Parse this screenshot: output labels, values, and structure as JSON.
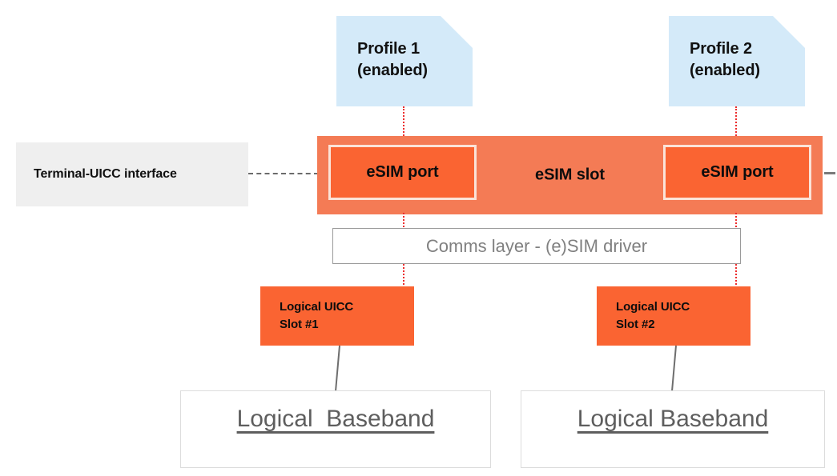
{
  "diagram": {
    "title": "eSIM slot with multiple enabled profiles and logical UICC slots",
    "colors": {
      "profile_card_fill": "#D4EAF9",
      "esim_slot_fill": "#F47B55",
      "esim_port_fill": "#FA6432",
      "esim_port_border": "#FBE3D8",
      "uicc_slot_fill": "#FA6432",
      "terminal_box_fill": "#EFEFEF",
      "comms_box_border": "#9A9A9A",
      "comms_text": "#808080",
      "baseband_box_border": "#DCDCDC",
      "baseband_text": "#5E5E5E",
      "dotted_line": "#EC2D2D",
      "dashed_line": "#6B6B6B",
      "connector_line": "#6E6E6E",
      "text_primary": "#111111"
    }
  },
  "profiles": [
    {
      "name": "profile-1",
      "title": "Profile 1",
      "state": "(enabled)"
    },
    {
      "name": "profile-2",
      "title": "Profile 2",
      "state": "(enabled)"
    }
  ],
  "esim_slot": {
    "label": "eSIM slot",
    "ports": [
      {
        "name": "esim-port-1",
        "label": "eSIM port"
      },
      {
        "name": "esim-port-2",
        "label": "eSIM port"
      }
    ]
  },
  "terminal_interface": {
    "label": "Terminal-UICC interface"
  },
  "comms_layer": {
    "label": "Comms layer - (e)SIM driver"
  },
  "uicc_slots": [
    {
      "name": "uicc-slot-1",
      "line1": "Logical UICC",
      "line2": "Slot #1"
    },
    {
      "name": "uicc-slot-2",
      "line1": "Logical UICC",
      "line2": "Slot #2"
    }
  ],
  "basebands": [
    {
      "name": "baseband-1",
      "label": "Logical  Baseband"
    },
    {
      "name": "baseband-2",
      "label": "Logical Baseband"
    }
  ]
}
